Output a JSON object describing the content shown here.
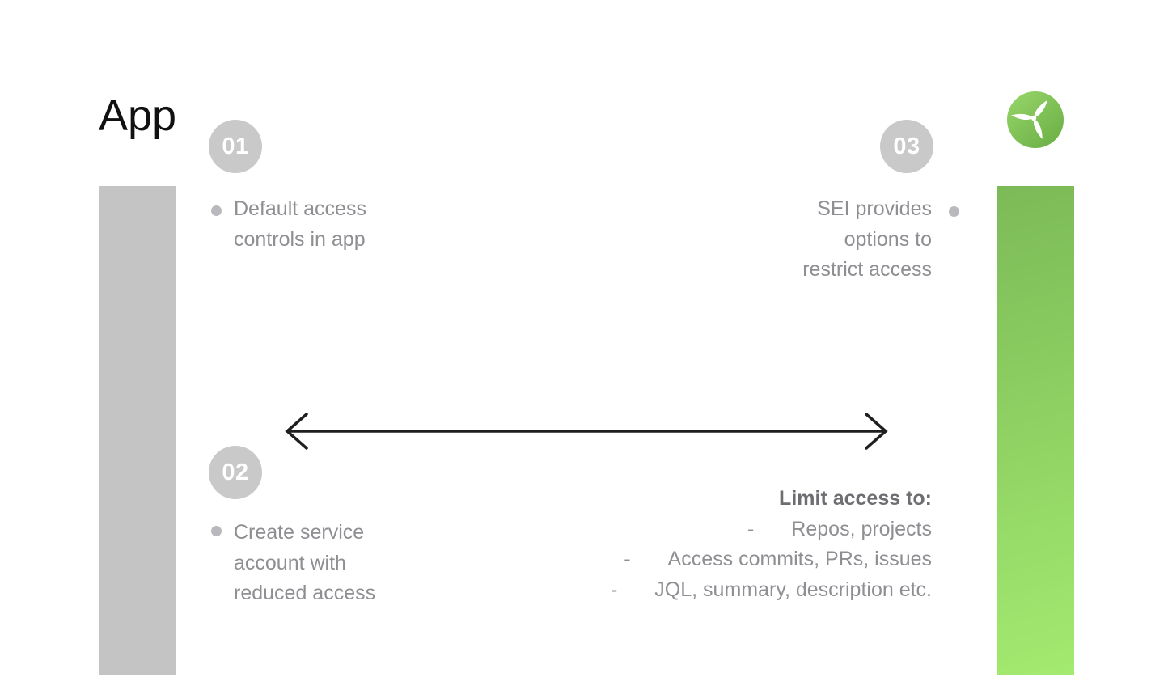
{
  "title": "App",
  "steps": [
    {
      "number": "01",
      "text": "Default access\ncontrols in app"
    },
    {
      "number": "02",
      "text": "Create service\naccount with\nreduced access"
    },
    {
      "number": "03",
      "text": "SEI provides\noptions to\nrestrict access"
    }
  ],
  "limit": {
    "title": "Limit access to:",
    "bullet_char": "-",
    "items": [
      "Repos, projects",
      "Access commits, PRs, issues",
      "JQL, summary, description etc."
    ]
  },
  "icons": {
    "logo": "pinwheel-turbine-logo",
    "arrow": "double-headed-arrow"
  },
  "colors": {
    "left_bar": "#c4c4c5",
    "green_top": "#7cba57",
    "green_bottom": "#a3ea70",
    "logo_light": "#98d66a",
    "logo_dark": "#6cb046",
    "badge": "#c9c9c9",
    "body_text": "#8e8e93",
    "bold_text": "#6d6d72",
    "bullet": "#b9b9bd",
    "arrow": "#1f1f1f"
  }
}
